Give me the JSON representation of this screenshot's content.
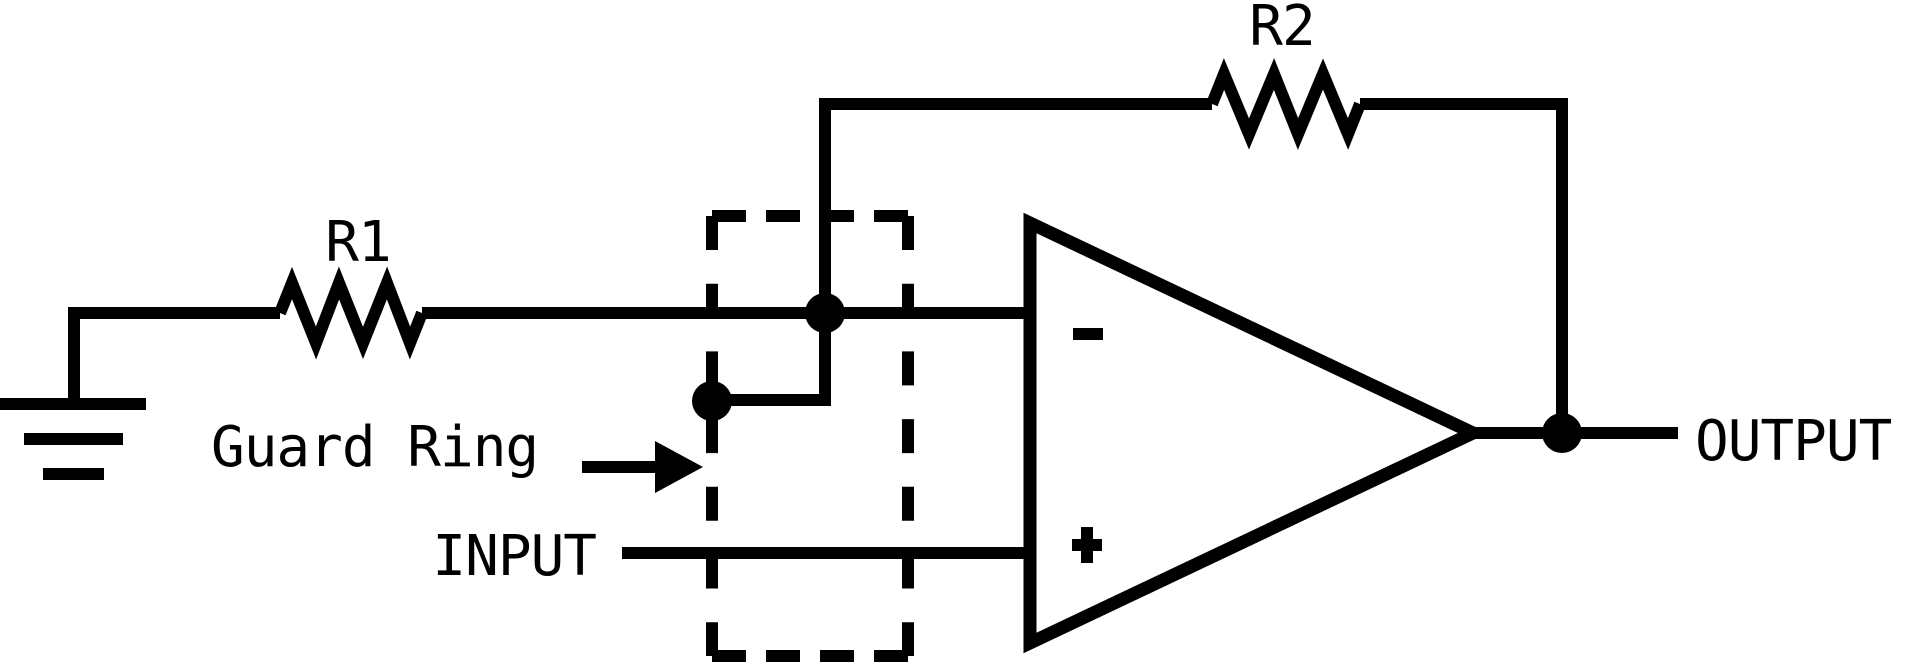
{
  "page": {
    "background_color": "#ffffff",
    "ink_color": "#000000"
  },
  "diagram": {
    "kind": "op-amp guard ring circuit schematic",
    "components": {
      "r1_label": "R1",
      "r2_label": "R2",
      "guard_ring_label": "Guard Ring",
      "input_label": "INPUT",
      "output_label": "OUTPUT"
    },
    "op_amp": {
      "inverting_symbol": "−",
      "non_inverting_symbol": "+"
    },
    "icons": {
      "guard_ring_pointer": "right-arrow",
      "ground": "earth-ground-symbol"
    }
  }
}
